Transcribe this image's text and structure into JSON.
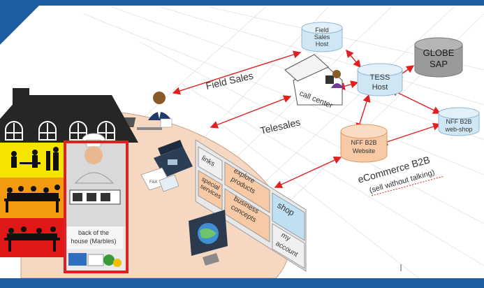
{
  "nodes": {
    "field_sales_host": [
      "Field",
      "Sales",
      "Host"
    ],
    "globe_sap": [
      "GLOBE",
      "SAP"
    ],
    "tess_host": [
      "TESS",
      "Host"
    ],
    "nff_b2b_webshop": [
      "NFF B2B",
      "web-shop"
    ],
    "nff_b2b_website": [
      "NFF B2B",
      "Website"
    ]
  },
  "channels": {
    "field_sales": "Field Sales",
    "telesales": "Telesales",
    "call_center": "call center",
    "ecommerce": "eCommerce B2B",
    "ecommerce_note": "(sell without talking)"
  },
  "house": {
    "back_label": [
      "back of the",
      "house (Marbles)"
    ],
    "fax_label": "FAX"
  },
  "web_panels": {
    "links": "links",
    "special_services": [
      "special",
      "services"
    ],
    "explore_products": [
      "explore",
      "products"
    ],
    "business_concepts": [
      "business",
      "concepts"
    ],
    "shop": "shop",
    "my_account": [
      "my",
      "account"
    ]
  },
  "colors": {
    "frame": "#1d5fa0",
    "arrow": "#e02020",
    "db_blue": "#cfe6f5",
    "db_grey": "#9a9a9a",
    "db_orange": "#f7c9a4",
    "floor": "#f6d8c2",
    "highlight": "#e02020"
  }
}
